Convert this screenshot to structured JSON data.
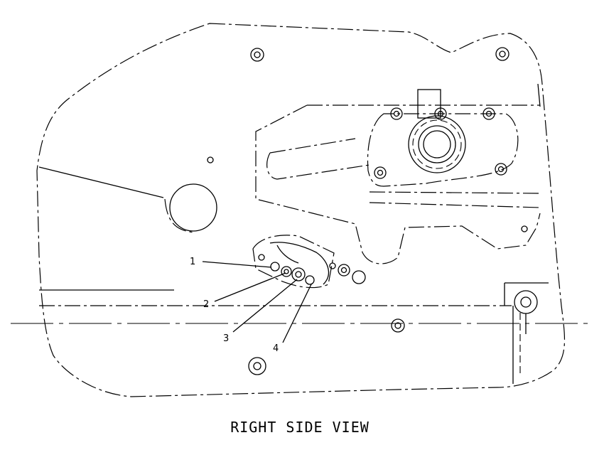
{
  "diagram": {
    "view_title": "RIGHT SIDE VIEW",
    "callouts": [
      "1",
      "2",
      "3",
      "4"
    ]
  }
}
